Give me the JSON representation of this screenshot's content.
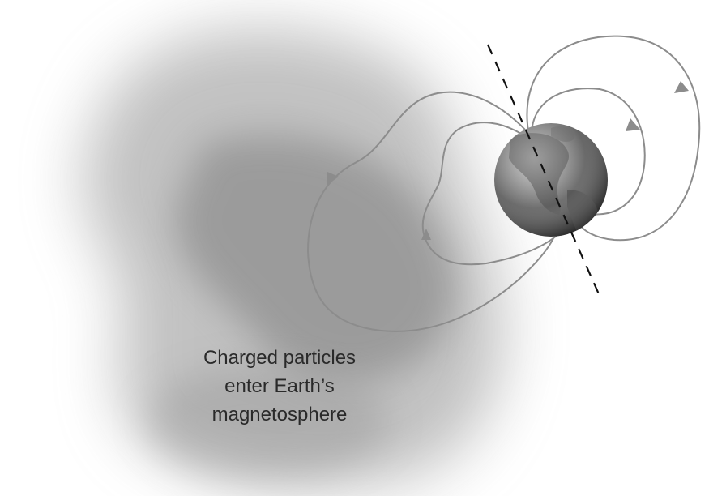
{
  "caption": {
    "lines": [
      "Charged particles",
      "enter Earth’s",
      "magnetosphere"
    ]
  },
  "colors": {
    "background": "#ffffff",
    "cloud": "#7a7a7a",
    "field_lines": "#8c8c8c",
    "axis": "#111111",
    "earth_ocean": "#7c7c7c",
    "earth_land": "#5a5a5a",
    "caption_text": "#2a2a2a"
  },
  "elements": {
    "earth": "globe",
    "axis": "dashed-magnetic-axis",
    "field_lines": "magnetic-field-lines",
    "arrows": "direction-arrowheads",
    "cloud": "charged-particle-cloud"
  }
}
